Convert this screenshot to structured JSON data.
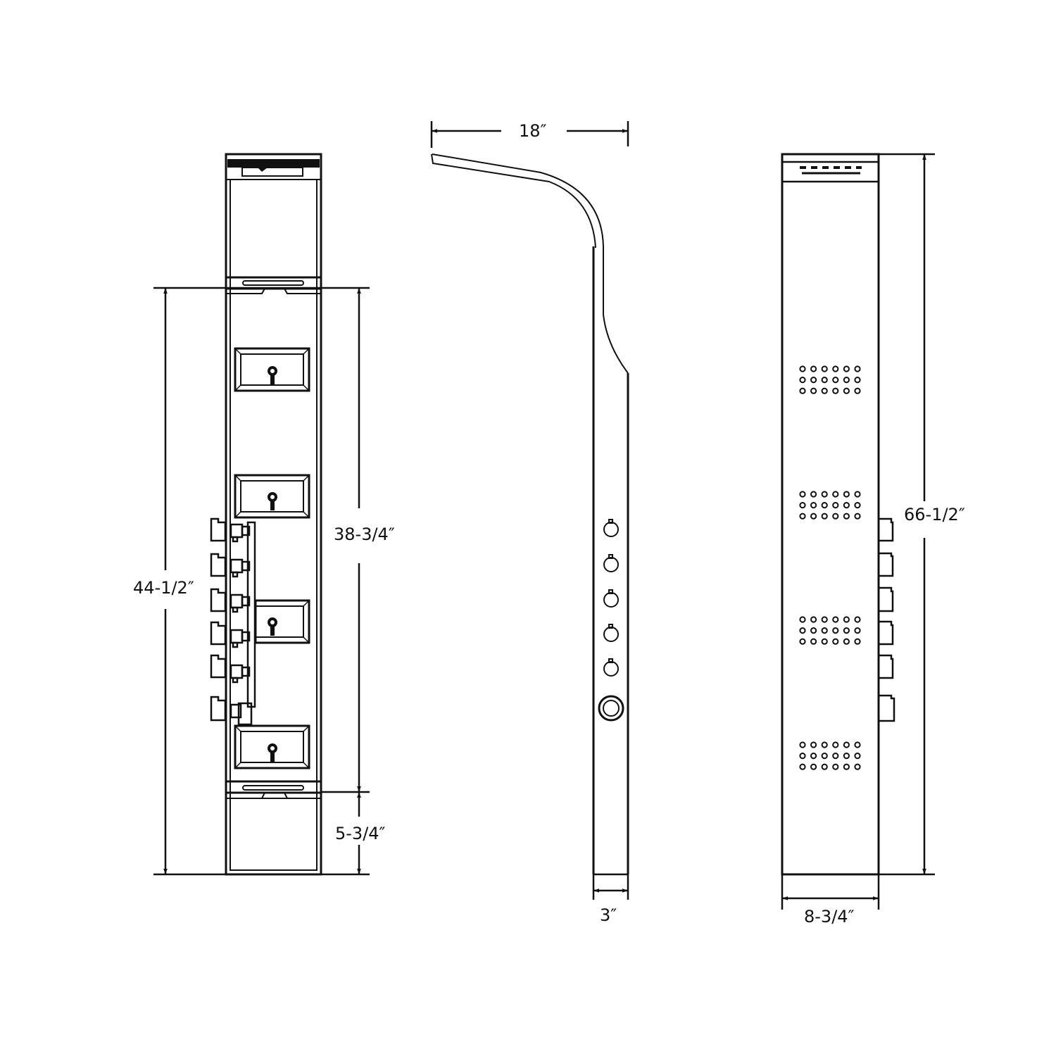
{
  "diagram": {
    "type": "technical-drawing",
    "subject": "shower panel tower - three orthographic views",
    "line_color": "#111111",
    "background": "#ffffff",
    "views": [
      {
        "id": "back-view",
        "description": "rear view showing internal jets, valve manifold and spray body"
      },
      {
        "id": "side-view",
        "description": "side profile showing curved rain head arm and control knobs"
      },
      {
        "id": "front-view",
        "description": "front view showing rain head, 4 body jet grids and 6 side handles"
      }
    ]
  },
  "dimensions": {
    "top_width": "18″",
    "jet_span": "38-3/4″",
    "inlet_height": "44-1/2″",
    "bottom_offset": "5-3/4″",
    "depth": "3″",
    "panel_width": "8-3/4″",
    "total_height": "66-1/2″"
  },
  "components": {
    "back_view_jets": 4,
    "back_view_valves": 6,
    "side_view_knobs": 5,
    "side_view_diverter": 1,
    "front_view_jet_grids": 4,
    "front_view_jet_grid_rows": 3,
    "front_view_jet_grid_cols": 6,
    "front_view_side_handles": 6,
    "rain_head_slots": 6
  }
}
